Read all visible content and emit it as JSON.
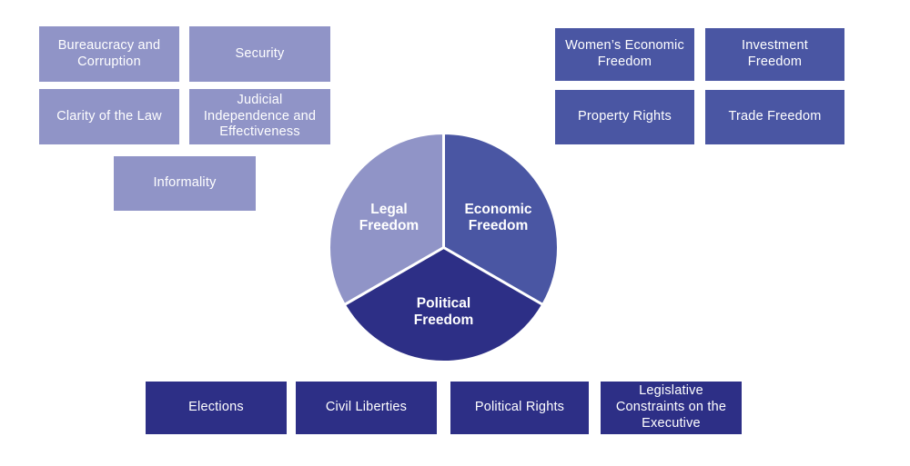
{
  "colors": {
    "legal": "#9094c7",
    "economic": "#4a56a3",
    "political": "#2d2f86",
    "divider": "#ffffff",
    "text": "#ffffff",
    "background": "#ffffff"
  },
  "chart_data": {
    "type": "pie",
    "title": "",
    "start_angle_deg": 0,
    "direction": "clockwise",
    "legend_position": "none",
    "slices": [
      {
        "label": "Economic Freedom",
        "label_lines": [
          "Economic",
          "Freedom"
        ],
        "value": 1,
        "color_key": "economic"
      },
      {
        "label": "Political Freedom",
        "label_lines": [
          "Political",
          "Freedom"
        ],
        "value": 1,
        "color_key": "political"
      },
      {
        "label": "Legal Freedom",
        "label_lines": [
          "Legal",
          "Freedom"
        ],
        "value": 1,
        "color_key": "legal"
      }
    ]
  },
  "groups": {
    "legal_freedom": {
      "category": "Legal Freedom",
      "boxes": [
        {
          "label": "Bureaucracy and Corruption",
          "lines": [
            "Bureaucracy and",
            "Corruption"
          ]
        },
        {
          "label": "Security",
          "lines": [
            "Security"
          ]
        },
        {
          "label": "Clarity of the Law",
          "lines": [
            "Clarity of the Law"
          ]
        },
        {
          "label": "Judicial Independence and Effectiveness",
          "lines": [
            "Judicial",
            "Independence and",
            "Effectiveness"
          ]
        },
        {
          "label": "Informality",
          "lines": [
            "Informality"
          ]
        }
      ]
    },
    "economic_freedom": {
      "category": "Economic Freedom",
      "boxes": [
        {
          "label": "Women’s Economic Freedom",
          "lines": [
            "Women’s Economic",
            "Freedom"
          ]
        },
        {
          "label": "Investment Freedom",
          "lines": [
            "Investment",
            "Freedom"
          ]
        },
        {
          "label": "Property Rights",
          "lines": [
            "Property Rights"
          ]
        },
        {
          "label": "Trade Freedom",
          "lines": [
            "Trade Freedom"
          ]
        }
      ]
    },
    "political_freedom": {
      "category": "Political Freedom",
      "boxes": [
        {
          "label": "Elections",
          "lines": [
            "Elections"
          ]
        },
        {
          "label": "Civil Liberties",
          "lines": [
            "Civil Liberties"
          ]
        },
        {
          "label": "Political Rights",
          "lines": [
            "Political Rights"
          ]
        },
        {
          "label": "Legislative Constraints on the Executive",
          "lines": [
            "Legislative",
            "Constraints on the",
            "Executive"
          ]
        }
      ]
    }
  }
}
